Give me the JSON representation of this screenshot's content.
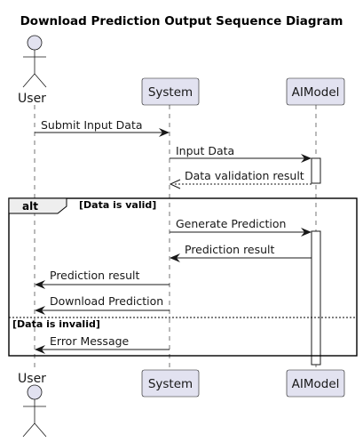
{
  "diagram": {
    "title": "Download Prediction Output Sequence Diagram",
    "participants": {
      "user": "User",
      "system": "System",
      "aimodel": "AIModel"
    },
    "messages": [
      {
        "label": "Submit Input Data",
        "from": "user",
        "to": "system"
      },
      {
        "label": "Input Data",
        "from": "system",
        "to": "aimodel"
      },
      {
        "label": "Data validation result",
        "from": "aimodel",
        "to": "system"
      },
      {
        "label": "Generate Prediction",
        "from": "system",
        "to": "aimodel"
      },
      {
        "label": "Prediction result",
        "from": "aimodel",
        "to": "system"
      },
      {
        "label": "Prediction result",
        "from": "system",
        "to": "user"
      },
      {
        "label": "Download Prediction",
        "from": "system",
        "to": "user"
      },
      {
        "label": "Error Message",
        "from": "system",
        "to": "user"
      }
    ],
    "alt": {
      "keyword": "alt",
      "condition_valid": "[Data is valid]",
      "condition_invalid": "[Data is invalid]"
    }
  }
}
